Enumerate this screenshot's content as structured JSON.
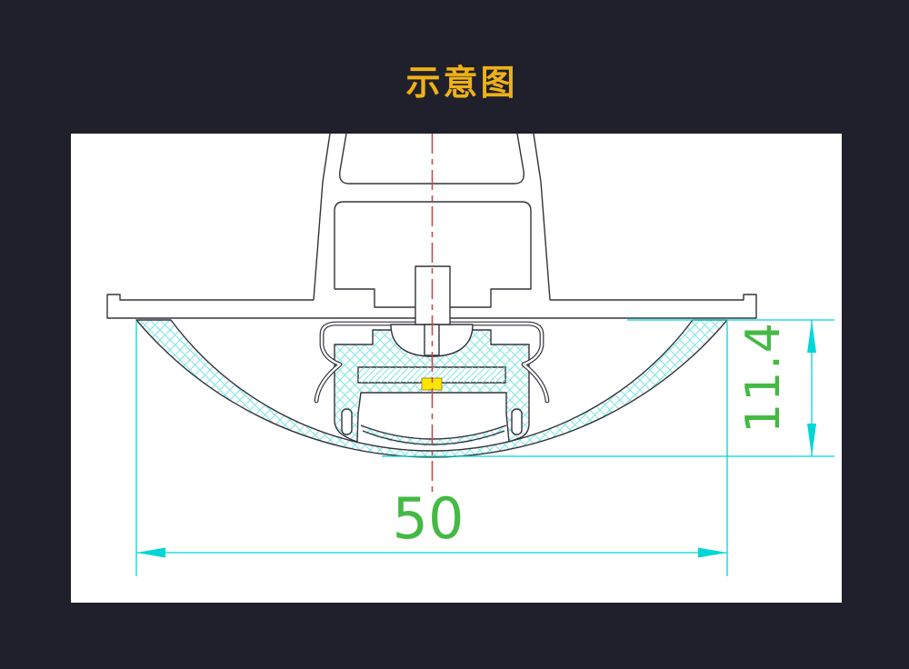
{
  "title": {
    "text": "示意图"
  },
  "drawing": {
    "dimension_width": {
      "value": "50",
      "orientation": "horizontal"
    },
    "dimension_height": {
      "value": "11.4",
      "orientation": "vertical"
    }
  },
  "colors": {
    "bg": "#20202c",
    "canvas": "#ffffff",
    "line": "#33333b",
    "dim-cyan": "#00d6d6",
    "hatch-cyan": "#7ce5e5",
    "dim-green": "#44b944",
    "center-red": "#b8504e",
    "led-yellow": "#ffe600",
    "title-gold": "#eeb117"
  }
}
